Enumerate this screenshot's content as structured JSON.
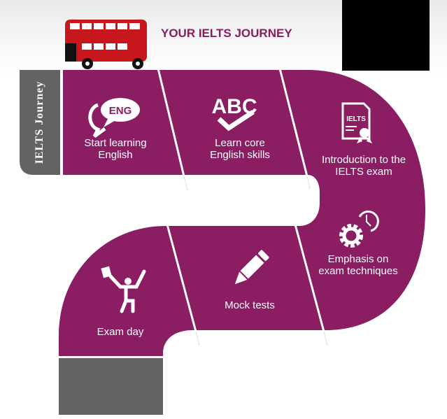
{
  "header": {
    "title": "YOUR IELTS JOURNEY"
  },
  "side_tab": {
    "label": "IELTS Journey"
  },
  "steps": [
    {
      "label_lines": [
        "Start learning",
        "English"
      ],
      "icon": "speech-bubble-eng-icon",
      "icon_text": "ENG"
    },
    {
      "label_lines": [
        "Learn core",
        "English skills"
      ],
      "icon": "abc-checkmark-icon",
      "icon_text": "ABC"
    },
    {
      "label_lines": [
        "Introduction to the",
        "IELTS exam"
      ],
      "icon": "ielts-certificate-icon",
      "icon_text": "IELTS"
    },
    {
      "label_lines": [
        "Emphasis on",
        "exam techniques"
      ],
      "icon": "gear-clock-icon"
    },
    {
      "label_lines": [
        "Mock tests"
      ],
      "icon": "pencil-icon"
    },
    {
      "label_lines": [
        "Exam day"
      ],
      "icon": "celebrating-person-icon"
    }
  ],
  "colors": {
    "road": "#8b1d63",
    "gray": "#636363",
    "bus": "#c8161d",
    "title": "#8a1d5e"
  }
}
